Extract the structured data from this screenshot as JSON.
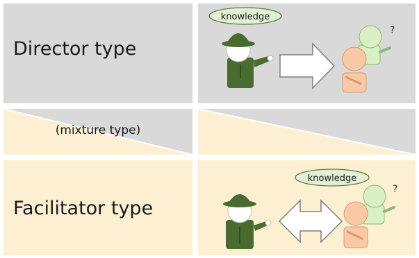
{
  "rows": [
    {
      "label": "Director type",
      "bubble": "knowledge",
      "question_mark": "?"
    },
    {
      "label": "(mixture type)"
    },
    {
      "label": "Facilitator type",
      "bubble": "knowledge",
      "question_mark": "?"
    }
  ],
  "colors": {
    "gray_panel": "#d9d9d9",
    "cream_panel": "#fdf0d2",
    "teacher": "#4a6b2f",
    "student_green": "#d8f0c4",
    "student_orange": "#f9c9a6",
    "bubble": "#e4f0d6",
    "arrow_stroke": "#7f7f7f"
  },
  "icons": [
    "teacher-figure-icon",
    "student-figure-icon",
    "right-arrow-icon",
    "double-arrow-icon"
  ]
}
